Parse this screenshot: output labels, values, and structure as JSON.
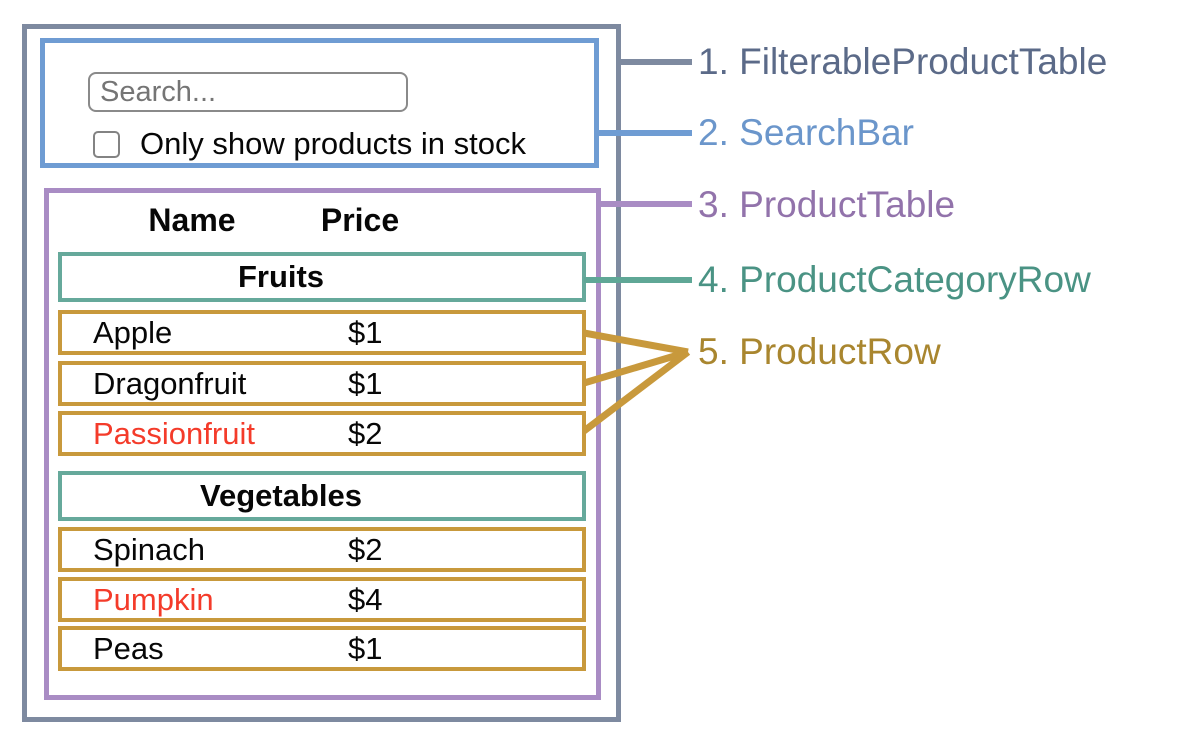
{
  "app": {
    "search_bar": {
      "search_placeholder": "Search...",
      "checkbox_label": "Only show products in stock",
      "checkbox_checked": false
    },
    "product_table": {
      "columns": [
        "Name",
        "Price"
      ],
      "sections": [
        {
          "category": "Fruits",
          "rows": [
            {
              "name": "Apple",
              "price": "$1"
            },
            {
              "name": "Dragonfruit",
              "price": "$1"
            },
            {
              "name": "Passionfruit",
              "price": "$2"
            }
          ]
        },
        {
          "category": "Vegetables",
          "rows": [
            {
              "name": "Spinach",
              "price": "$2"
            },
            {
              "name": "Pumpkin",
              "price": "$4"
            },
            {
              "name": "Peas",
              "price": "$1"
            }
          ]
        }
      ]
    }
  },
  "legend": [
    {
      "label": "1. FilterableProductTable",
      "color": "#5b6a88"
    },
    {
      "label": "2. SearchBar",
      "color": "#6b96cb"
    },
    {
      "label": "3. ProductTable",
      "color": "#9273ab"
    },
    {
      "label": "4. ProductCategoryRow",
      "color": "#4a9384"
    },
    {
      "label": "5. ProductRow",
      "color": "#a9862f"
    }
  ],
  "colors": {
    "outline-gray": "#7e8aa0",
    "outline-blue": "#6f9cd3",
    "outline-purple": "#a98cc4",
    "outline-teal": "#66a99b",
    "outline-gold": "#c8993c",
    "line-teal": "#5fa796",
    "out-of-stock-red": "#f43b2a",
    "text-black": "#070707",
    "input-gray": "#757575"
  }
}
